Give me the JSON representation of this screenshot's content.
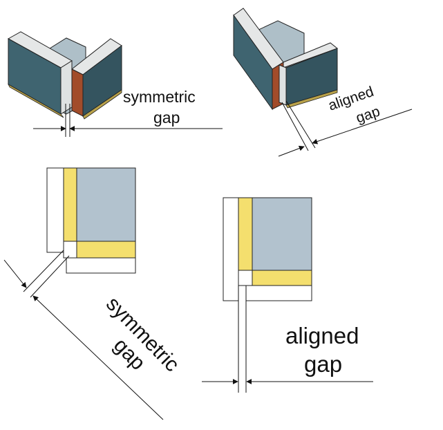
{
  "labels": {
    "top_left_line1": "symmetric",
    "top_left_line2": "gap",
    "top_right_line1": "aligned",
    "top_right_line2": "gap",
    "bottom_left_line1": "symmetric",
    "bottom_left_line2": "gap",
    "bottom_right_line1": "aligned",
    "bottom_right_line2": "gap"
  },
  "colors": {
    "panel_face": "#3f6470",
    "panel_dark": "#2c4a55",
    "panel_light": "#dfe2e2",
    "gap_fill": "#aebfc8",
    "copper": "#a24c2a",
    "yellow": "#f4df6e",
    "blue_gray": "#b2c2ce",
    "line": "#111111"
  }
}
